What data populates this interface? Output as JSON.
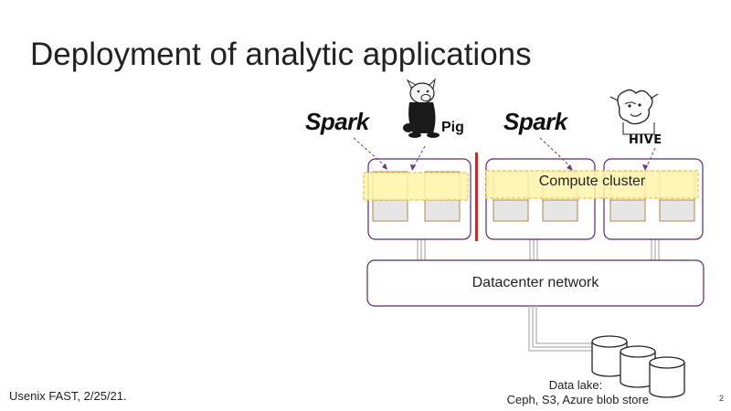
{
  "slide": {
    "title": "Deployment of analytic applications",
    "footer": "Usenix FAST, 2/25/21.",
    "page_number": "2"
  },
  "apps": {
    "spark_left": "Spark",
    "pig": "Pig",
    "spark_right": "Spark",
    "hive": "HIVE"
  },
  "diagram": {
    "compute_cluster": "Compute cluster",
    "datacenter_network": "Datacenter network",
    "data_lake_line1": "Data lake:",
    "data_lake_line2": "Ceph, S3, Azure blob store"
  },
  "colors": {
    "cluster_border": "#5b2a6e",
    "highlight_fill": "#fff3a8",
    "highlight_border": "#e8c84a",
    "divider": "#e02020",
    "server_bottom": "#e6e6e6",
    "server_border": "#b0884a"
  }
}
